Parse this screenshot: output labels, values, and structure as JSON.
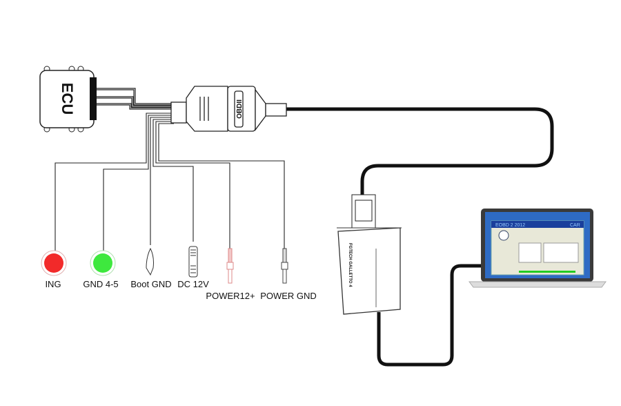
{
  "ecu": {
    "label": "ECU"
  },
  "obd": {
    "label": "OBDII"
  },
  "device": {
    "label": "FGTECH GALLETTO 4"
  },
  "laptop": {
    "screen_title": "EOBD 2 2012",
    "screen_right": "CAR"
  },
  "terminals": [
    {
      "label": "ING",
      "type": "button",
      "color": "#f22a2a"
    },
    {
      "label": "GND 4-5",
      "type": "button",
      "color": "#3ee83e"
    },
    {
      "label": "Boot GND",
      "type": "alligator-clip",
      "color": "#ffffff"
    },
    {
      "label": "DC 12V",
      "type": "dc-jack",
      "color": "#ffffff"
    },
    {
      "label": "POWER12+",
      "type": "pin-plug",
      "color": "#e9a0a0"
    },
    {
      "label": "POWER GND",
      "type": "pin-plug",
      "color": "#ffffff"
    }
  ]
}
